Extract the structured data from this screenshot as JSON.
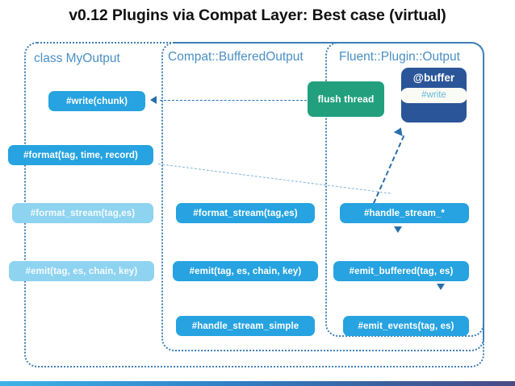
{
  "slide": {
    "title": "v0.12 Plugins via Compat Layer: Best case (virtual)",
    "background": "#ffffff",
    "footer_gradient_from": "#3fb3e8",
    "footer_gradient_to": "#4b4a86"
  },
  "palette": {
    "group_border": "#3f7fb5",
    "group_label": "#4a8fc4",
    "pill_blue": "#26a3e0",
    "pill_blue_faded": "#8ed3f0",
    "pill_green": "#22a07e",
    "pill_navy": "#2a5699",
    "connector": "#2a6fa8",
    "connector_light": "#7fb6dd"
  },
  "groups": [
    {
      "id": "my_output",
      "label": "class MyOutput"
    },
    {
      "id": "compat",
      "label": "Compat::BufferedOutput"
    },
    {
      "id": "fluent",
      "label": "Fluent::Plugin::Output"
    }
  ],
  "columns": {
    "my_output": {
      "label": "class MyOutput",
      "items": [
        {
          "text": "#write(chunk)",
          "state": "active"
        },
        {
          "text": "#format(tag, time, record)",
          "state": "active"
        },
        {
          "text": "#format_stream(tag,es)",
          "state": "faded"
        },
        {
          "text": "#emit(tag, es, chain, key)",
          "state": "faded"
        }
      ]
    },
    "compat": {
      "label": "Compat::BufferedOutput",
      "items": [
        {
          "text": "#format_stream(tag,es)",
          "state": "active"
        },
        {
          "text": "#emit(tag, es, chain, key)",
          "state": "active"
        },
        {
          "text": "#handle_stream_simple",
          "state": "active"
        }
      ]
    },
    "fluent": {
      "label": "Fluent::Plugin::Output",
      "flush_thread": "flush thread",
      "buffer": {
        "title": "@buffer",
        "inner": "#write"
      },
      "items": [
        {
          "text": "#handle_stream_*",
          "state": "active"
        },
        {
          "text": "#emit_buffered(tag, es)",
          "state": "active"
        },
        {
          "text": "#emit_events(tag, es)",
          "state": "active"
        }
      ]
    }
  },
  "connectors": [
    {
      "id": "flush-to-write",
      "from": "flush thread",
      "to": "#write(chunk)",
      "style": "dashed-arrow-left"
    },
    {
      "id": "format-to-formatstream",
      "from": "#format(tag, time, record)",
      "to": "#format_stream(tag,es)",
      "style": "dashed-diagonal"
    },
    {
      "id": "handlestream-to-buffer",
      "from": "#handle_stream_*",
      "to": "@buffer",
      "style": "dashed-arrow-up"
    },
    {
      "id": "handlestream-down",
      "from": "#handle_stream_*",
      "to": "#emit_buffered(tag, es)",
      "style": "arrowhead-down"
    },
    {
      "id": "emitbuffered-down",
      "from": "#emit_buffered(tag, es)",
      "to": "#emit_events(tag, es)",
      "style": "arrowhead-down"
    }
  ]
}
